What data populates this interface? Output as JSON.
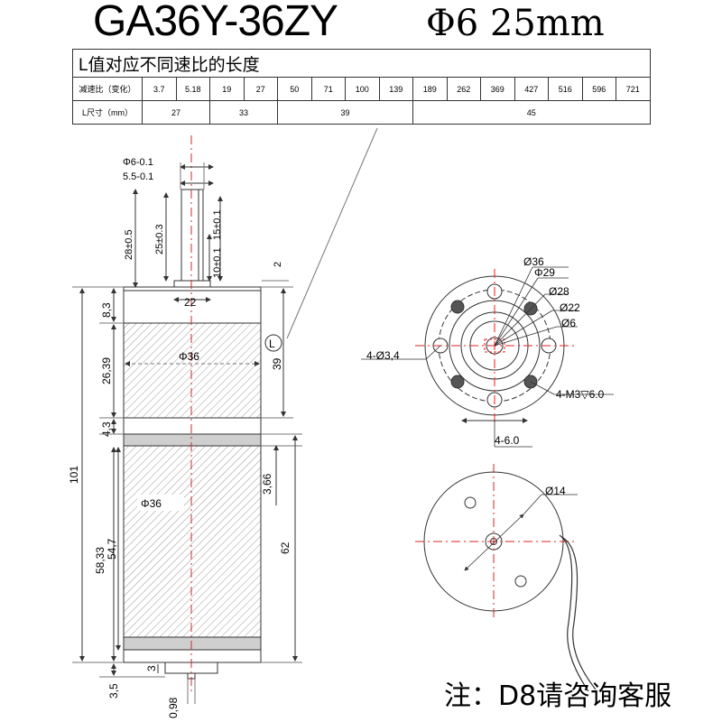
{
  "title": {
    "model": "GA36Y-36ZY",
    "spec": "Φ6 25mm"
  },
  "table": {
    "caption": "L值对应不同速比的长度",
    "ratio_label": "减速比（变化）",
    "ratios": [
      "3.7",
      "5.18",
      "19",
      "27",
      "50",
      "71",
      "100",
      "139",
      "189",
      "262",
      "369",
      "427",
      "516",
      "596",
      "721"
    ],
    "length_label": "L尺寸（mm）",
    "lengths": [
      {
        "value": "27",
        "span": 2
      },
      {
        "value": "33",
        "span": 2
      },
      {
        "value": "39",
        "span": 4
      },
      {
        "value": "45",
        "span": 7
      }
    ]
  },
  "side_view": {
    "shaft_dia": "Φ6-0.1",
    "shaft_flat": "5.5-0.1",
    "dim_28": "28±0.5",
    "dim_25": "25±0.3",
    "dim_15": "15±0.1",
    "dim_10": "10±0.1",
    "dim_2": "2",
    "dim_22": "22",
    "dim_8_3": "8,3",
    "dim_26_39": "26,39",
    "gear_dia": "Φ36",
    "l_marker": "L",
    "dim_39": "39",
    "dim_4_3": "4,3",
    "dim_101": "101",
    "dim_3_66": "3,66",
    "motor_dia": "Φ36",
    "dim_58_33": "58,33",
    "dim_54_7": "54,7",
    "dim_62": "62",
    "dim_3": "3",
    "dim_3_5": "3,5",
    "dim_0_98": "0,98"
  },
  "front_view": {
    "d36": "Ø36",
    "d29": "Φ29",
    "d28": "Ø28",
    "d22": "Ø22",
    "d6": "Ø6",
    "holes": "4-Ø3,4",
    "threads": "4-M3▽6.0",
    "depth": "4-6.0"
  },
  "rear_view": {
    "d14": "Ø14"
  },
  "note": "注：D8请咨询客服"
}
